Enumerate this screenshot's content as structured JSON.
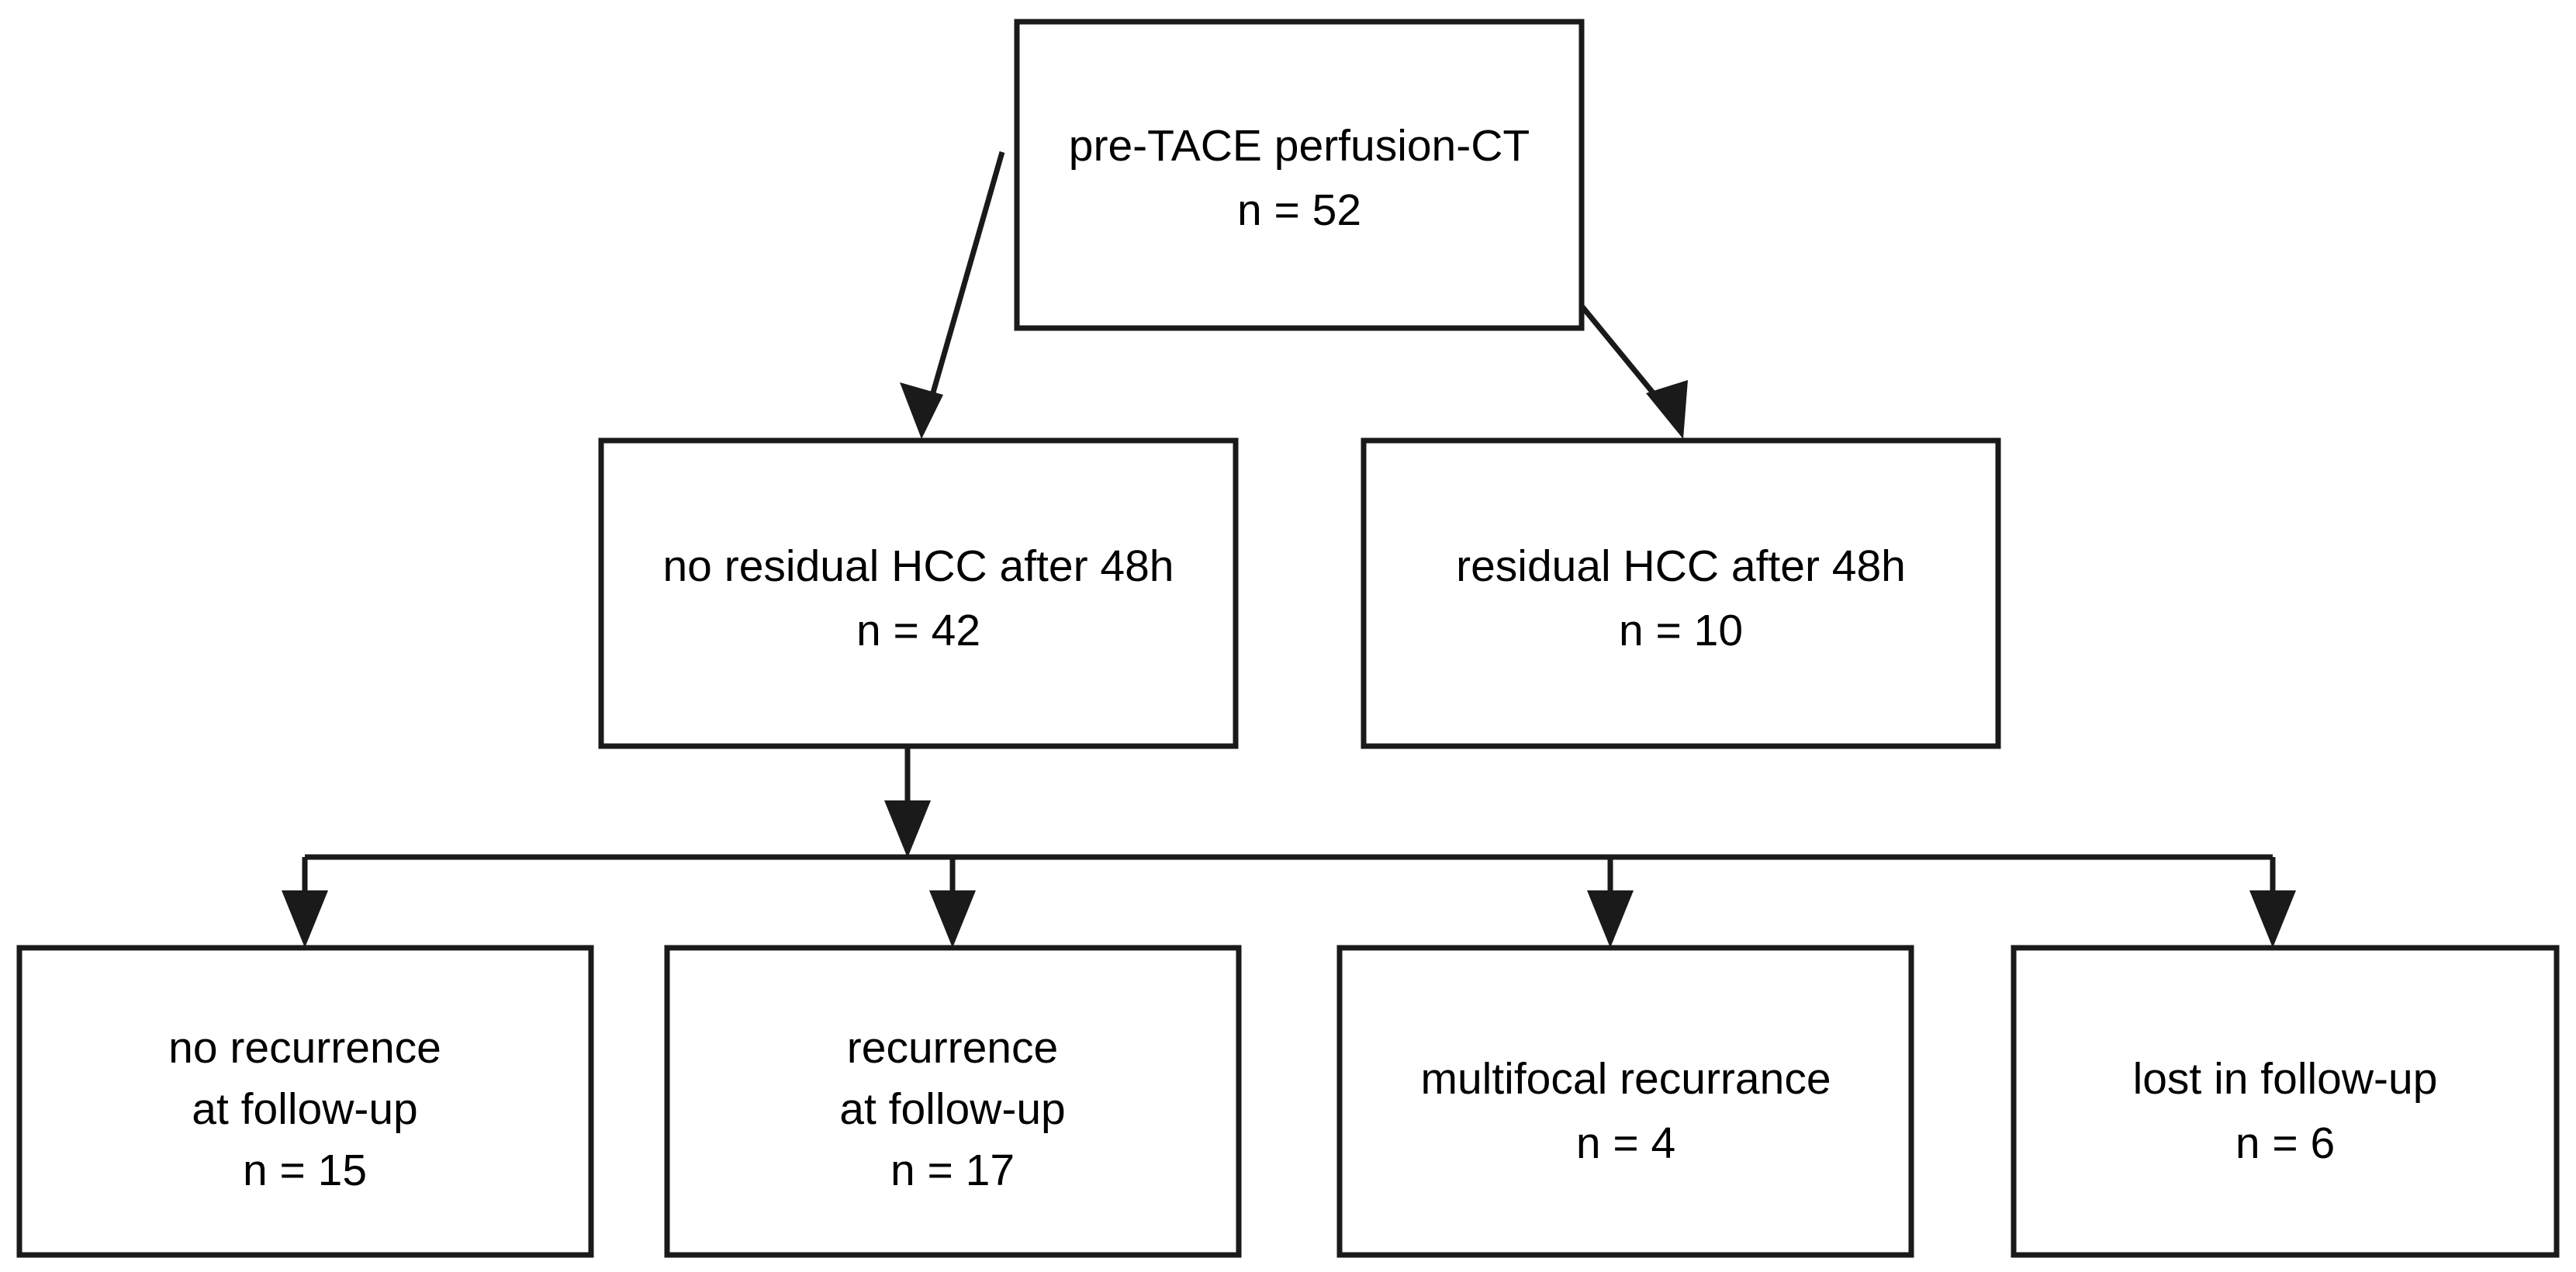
{
  "diagram": {
    "title": "pre-TACE perfusion-CT patient flow diagram",
    "type": "flowchart",
    "colors": {
      "background": "#ffffff",
      "box_stroke": "#1a1a1a",
      "box_fill": "#ffffff",
      "connector": "#1a1a1a",
      "text": "#000000"
    },
    "nodes": [
      {
        "id": "root",
        "name": "pre-tace-perfusion-ct",
        "lines": [
          "pre-TACE perfusion-CT",
          "n = 52"
        ],
        "label": "pre-TACE perfusion-CT",
        "count_label": "n = 52",
        "count": 52
      },
      {
        "id": "no-residual",
        "name": "no-residual-hcc-after-48h",
        "lines": [
          "no residual HCC after 48h",
          "n = 42"
        ],
        "label": "no residual HCC after 48h",
        "count_label": "n = 42",
        "count": 42
      },
      {
        "id": "residual",
        "name": "residual-hcc-after-48h",
        "lines": [
          "residual HCC after 48h",
          "n = 10"
        ],
        "label": "residual HCC after 48h",
        "count_label": "n = 10",
        "count": 10
      },
      {
        "id": "no-recurrence",
        "name": "no-recurrence-at-follow-up",
        "lines": [
          "no recurrence",
          "at follow-up",
          "n = 15"
        ],
        "label": "no recurrence at follow-up",
        "count_label": "n = 15",
        "count": 15
      },
      {
        "id": "recurrence",
        "name": "recurrence-at-follow-up",
        "lines": [
          "recurrence",
          "at follow-up",
          "n = 17"
        ],
        "label": "recurrence at follow-up",
        "count_label": "n = 17",
        "count": 17
      },
      {
        "id": "multifocal",
        "name": "multifocal-recurrance",
        "lines": [
          "multifocal recurrance",
          "n = 4"
        ],
        "label": "multifocal recurrance",
        "count_label": "n = 4",
        "count": 4
      },
      {
        "id": "lost",
        "name": "lost-in-follow-up",
        "lines": [
          "lost in follow-up",
          "n = 6"
        ],
        "label": "lost in follow-up",
        "count_label": "n = 6",
        "count": 6
      }
    ],
    "edges": [
      {
        "from": "root",
        "to": "no-residual",
        "style": "diagonal-arrow"
      },
      {
        "from": "root",
        "to": "residual",
        "style": "diagonal-arrow"
      },
      {
        "from": "no-residual",
        "to": "distribution-bus",
        "style": "vertical-arrow"
      },
      {
        "from": "distribution-bus",
        "to": "no-recurrence",
        "style": "elbow-arrow"
      },
      {
        "from": "distribution-bus",
        "to": "recurrence",
        "style": "vertical-arrow"
      },
      {
        "from": "distribution-bus",
        "to": "multifocal",
        "style": "vertical-arrow"
      },
      {
        "from": "distribution-bus",
        "to": "lost",
        "style": "elbow-arrow"
      }
    ]
  }
}
